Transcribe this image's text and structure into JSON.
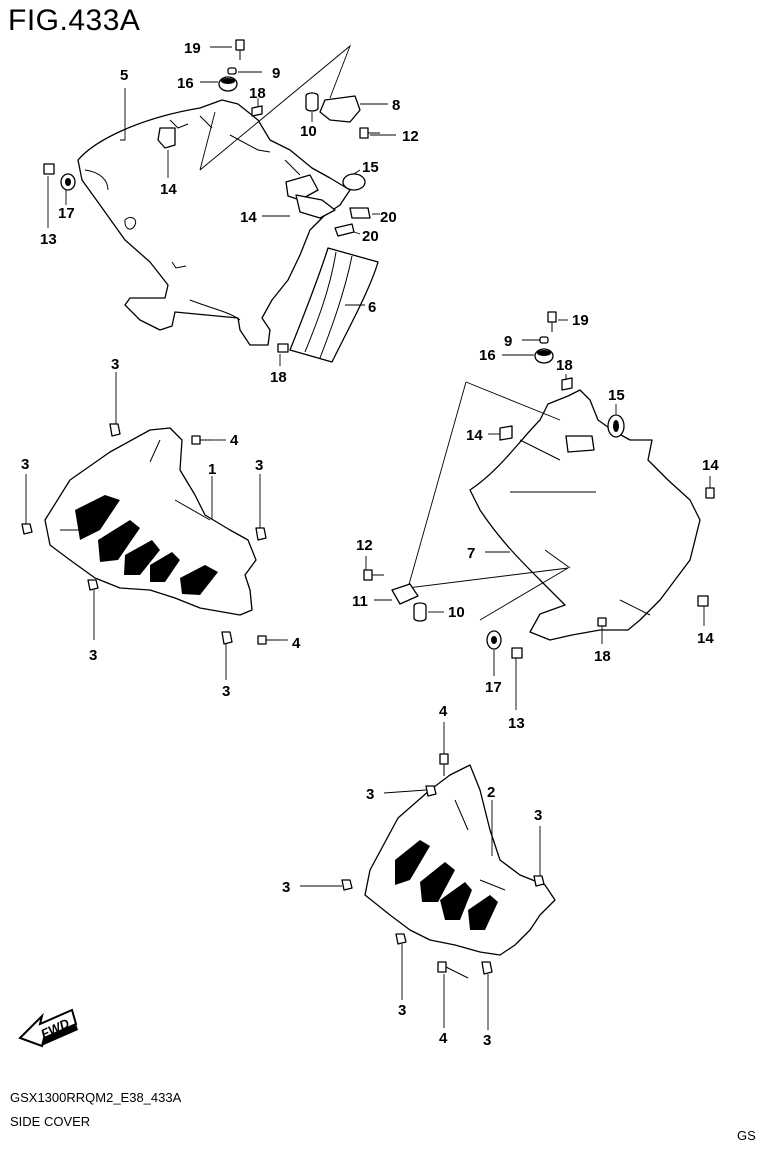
{
  "figure": {
    "title": "FIG.433A",
    "model_code": "GSX1300RRQM2_E38_433A",
    "section_name": "SIDE COVER",
    "region_code": "GS",
    "fwd_label": "FWD"
  },
  "callouts": [
    {
      "id": "c19a",
      "text": "19"
    },
    {
      "id": "c9a",
      "text": "9"
    },
    {
      "id": "c5",
      "text": "5"
    },
    {
      "id": "c16a",
      "text": "16"
    },
    {
      "id": "c18a",
      "text": "18"
    },
    {
      "id": "c8",
      "text": "8"
    },
    {
      "id": "c10a",
      "text": "10"
    },
    {
      "id": "c12a",
      "text": "12"
    },
    {
      "id": "c15a",
      "text": "15"
    },
    {
      "id": "c14a",
      "text": "14"
    },
    {
      "id": "c17a",
      "text": "17"
    },
    {
      "id": "c13a",
      "text": "13"
    },
    {
      "id": "c14b",
      "text": "14"
    },
    {
      "id": "c20a",
      "text": "20"
    },
    {
      "id": "c20b",
      "text": "20"
    },
    {
      "id": "c6",
      "text": "6"
    },
    {
      "id": "c18b",
      "text": "18"
    },
    {
      "id": "c3a",
      "text": "3"
    },
    {
      "id": "c4a",
      "text": "4"
    },
    {
      "id": "c3b",
      "text": "3"
    },
    {
      "id": "c1",
      "text": "1"
    },
    {
      "id": "c3c",
      "text": "3"
    },
    {
      "id": "c4b",
      "text": "4"
    },
    {
      "id": "c3d",
      "text": "3"
    },
    {
      "id": "c3e",
      "text": "3"
    },
    {
      "id": "c19b",
      "text": "19"
    },
    {
      "id": "c9b",
      "text": "9"
    },
    {
      "id": "c16b",
      "text": "16"
    },
    {
      "id": "c18c",
      "text": "18"
    },
    {
      "id": "c15b",
      "text": "15"
    },
    {
      "id": "c14c",
      "text": "14"
    },
    {
      "id": "c14d",
      "text": "14"
    },
    {
      "id": "c7",
      "text": "7"
    },
    {
      "id": "c12b",
      "text": "12"
    },
    {
      "id": "c11",
      "text": "11"
    },
    {
      "id": "c10b",
      "text": "10"
    },
    {
      "id": "c18d",
      "text": "18"
    },
    {
      "id": "c14e",
      "text": "14"
    },
    {
      "id": "c17b",
      "text": "17"
    },
    {
      "id": "c13b",
      "text": "13"
    },
    {
      "id": "c4c",
      "text": "4"
    },
    {
      "id": "c3f",
      "text": "3"
    },
    {
      "id": "c2",
      "text": "2"
    },
    {
      "id": "c3g",
      "text": "3"
    },
    {
      "id": "c3h",
      "text": "3"
    },
    {
      "id": "c3i",
      "text": "3"
    },
    {
      "id": "c4d",
      "text": "4"
    },
    {
      "id": "c3j",
      "text": "3"
    }
  ]
}
